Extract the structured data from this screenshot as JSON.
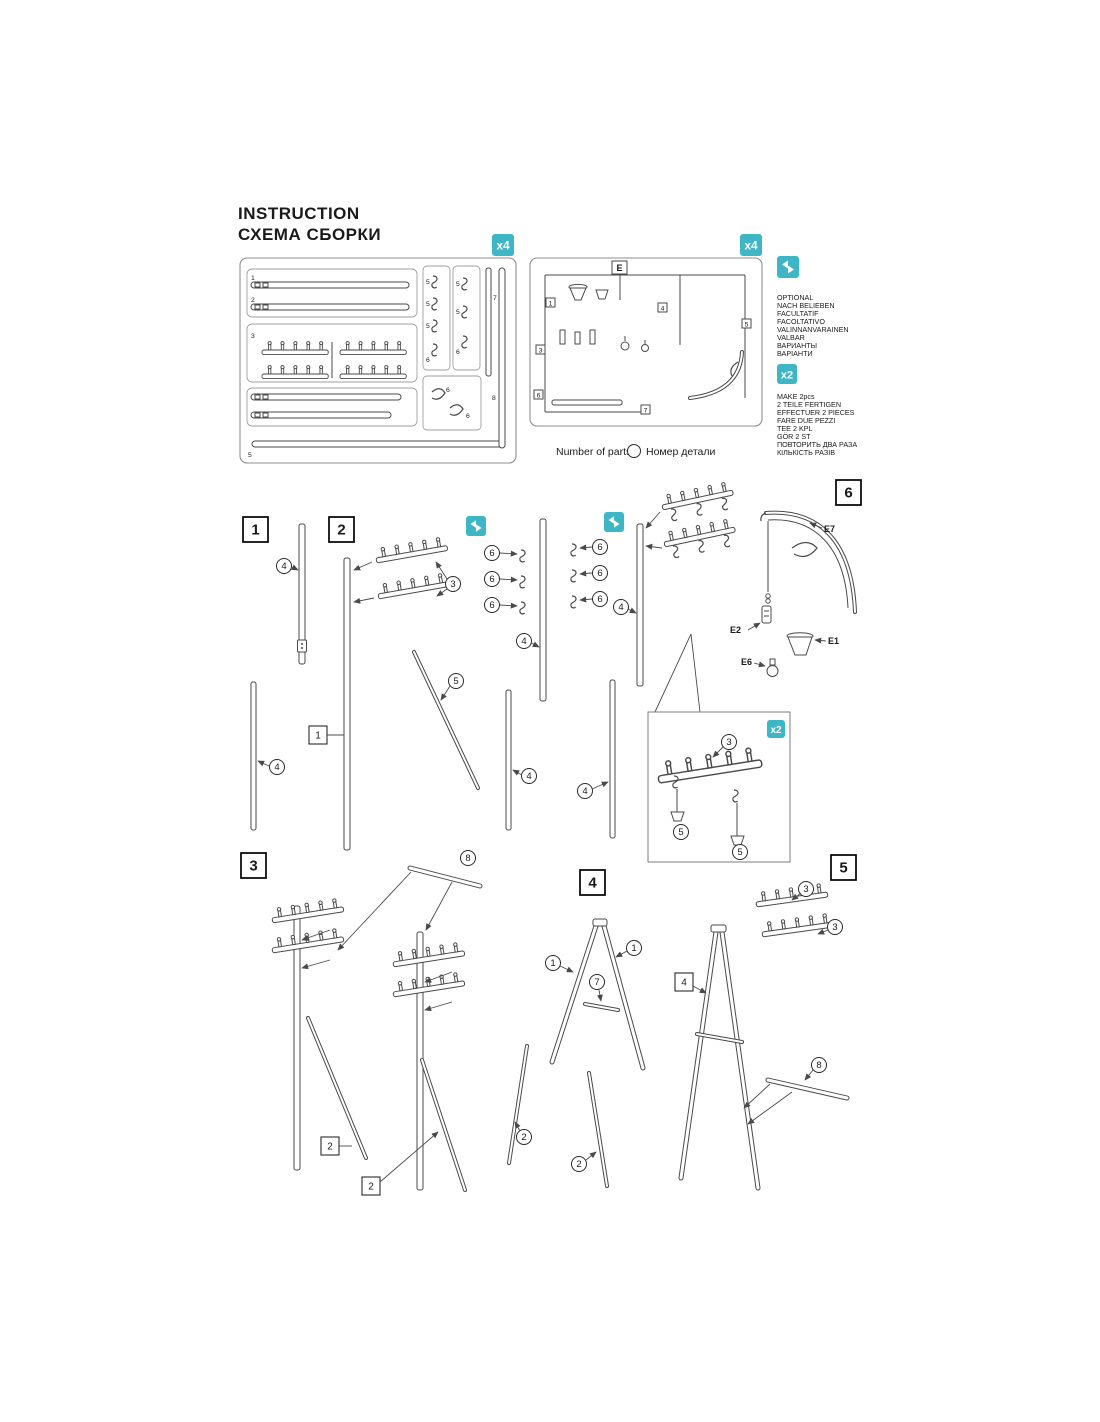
{
  "title": {
    "line1": "INSTRUCTION",
    "line2": "СХЕМА СБОРКИ"
  },
  "legend": {
    "en": "Number of parts",
    "ru": "Номер детали"
  },
  "badges": {
    "x4": "x4",
    "x2": "x2"
  },
  "optional_block": {
    "lines": [
      "OPTIONAL",
      "NACH BELIEBEN",
      "FACULTATIF",
      "FACOLTATIVO",
      "VALINNANVARAINEN",
      "VALBAR",
      "ВАРИАНТЫ",
      "ВАРІАНТИ"
    ]
  },
  "make2_block": {
    "lines": [
      "MAKE 2pcs",
      "2 TEILE FERTIGEN",
      "EFFECTUER 2 PIECES",
      "FARE DUE PEZZI",
      "TEE 2 KPL",
      "GÖR 2 ST",
      "ПОВТОРИТЬ ДВА РАЗА",
      "КІЛЬКІСТЬ РАЗІВ"
    ]
  },
  "steps": {
    "s1": "1",
    "s2": "2",
    "s3": "3",
    "s4": "4",
    "s5": "5",
    "s6": "6"
  },
  "callouts": {
    "c1": "1",
    "c2": "2",
    "c3": "3",
    "c4": "4",
    "c5": "5",
    "c6": "6",
    "c7": "7",
    "c8": "8"
  },
  "sprue_e": {
    "label": "E"
  },
  "part_labels": {
    "e1": "E1",
    "e2": "E2",
    "e6": "E6",
    "e7": "E7"
  },
  "colors": {
    "accent": "#3fb6c6",
    "line": "#4a4a4a"
  }
}
